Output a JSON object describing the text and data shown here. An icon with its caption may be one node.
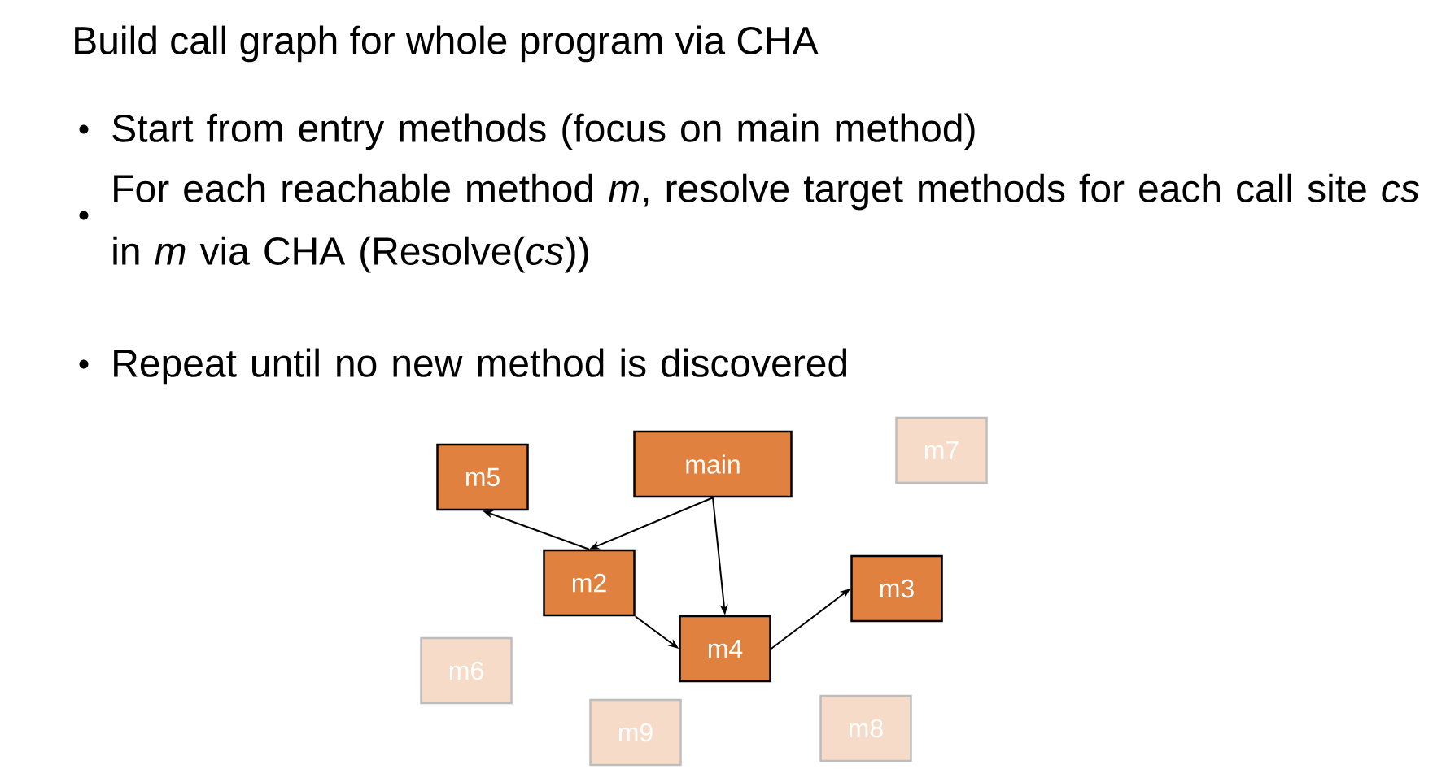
{
  "diagram": {
    "title": "Build call graph for whole program via CHA",
    "nodes": [
      {
        "text": [
          "main"
        ]
      },
      {
        "text": [
          "m5"
        ]
      },
      {
        "text": [
          "m7"
        ]
      },
      {
        "text": [
          "m2"
        ]
      },
      {
        "text": [
          "m3"
        ]
      },
      {
        "text": [
          "m4"
        ]
      },
      {
        "text": [
          "m6"
        ]
      },
      {
        "text": [
          "m9"
        ]
      },
      {
        "text": [
          "m8"
        ]
      }
    ],
    "edges": [
      {
        "from": 0,
        "to": 3,
        "arrow": "to"
      },
      {
        "from": 0,
        "to": 5,
        "arrow": "to"
      },
      {
        "from": 3,
        "to": 1,
        "arrow": "to"
      },
      {
        "from": 3,
        "to": 5,
        "arrow": "to"
      },
      {
        "from": 5,
        "to": 4,
        "arrow": "to"
      }
    ],
    "labels": [
      "Start from entry methods (focus on main method)",
      "For each reachable method *m*, resolve target methods for each call site *cs* in *m* via CHA (Resolve(*cs*))",
      "Repeat until no new method is discovered"
    ]
  }
}
